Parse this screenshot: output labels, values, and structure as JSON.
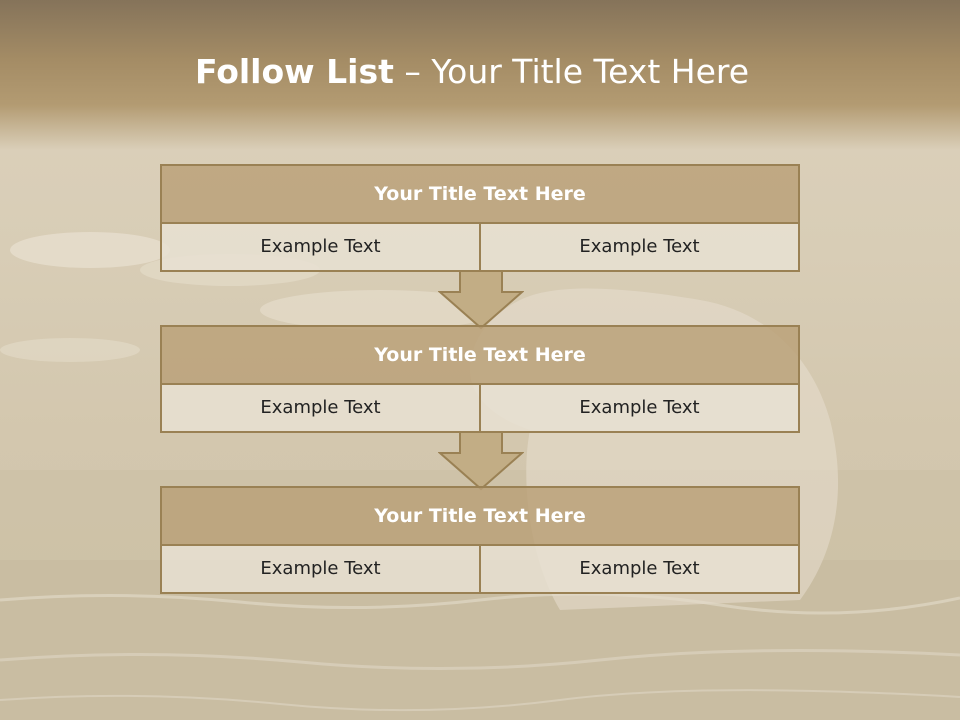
{
  "slide": {
    "title_bold": "Follow List",
    "title_rest": " – Your Title Text Here"
  },
  "blocks": [
    {
      "title": "Your Title Text Here",
      "left": "Example Text",
      "right": "Example Text"
    },
    {
      "title": "Your Title Text Here",
      "left": "Example Text",
      "right": "Example Text"
    },
    {
      "title": "Your Title Text Here",
      "left": "Example Text",
      "right": "Example Text"
    }
  ],
  "colors": {
    "header": "#a48c65",
    "block_title_bg": "#b9a078",
    "border": "#9a8154",
    "cell_bg": "#e8e0d2"
  }
}
